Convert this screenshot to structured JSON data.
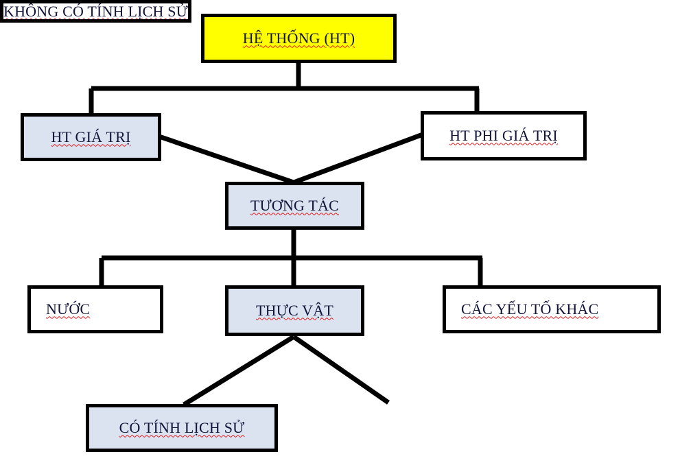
{
  "diagram": {
    "title": "HỆ THỐNG (HT) hierarchy diagram",
    "colors": {
      "root_fill": "#ffff00",
      "highlight_fill": "#dbe3f1",
      "plain_fill": "#ffffff",
      "border": "#000000",
      "text": "#12143a",
      "spellcheck_underline": "#e01b1b",
      "background": "#ffffff"
    },
    "nodes": {
      "he_thong": {
        "label": "HỆ THỐNG (HT)",
        "fill": "yellow"
      },
      "ht_gia_tri": {
        "label": "HT GIÁ TRỊ",
        "fill": "blue"
      },
      "ht_phi_gia_tri": {
        "label": "HT PHI GIÁ TRỊ",
        "fill": "white"
      },
      "tuong_tac": {
        "label": "TƯƠNG TÁC",
        "fill": "blue"
      },
      "nuoc": {
        "label": "NƯỚC",
        "fill": "white"
      },
      "thuc_vat": {
        "label": "THỰC VẬT",
        "fill": "blue"
      },
      "cac_yeu_to_khac": {
        "label": "CÁC YẾU TỐ KHÁC",
        "fill": "white"
      },
      "co_tinh_lich_su": {
        "label": "CÓ TÍNH LỊCH SỬ",
        "fill": "blue"
      },
      "khong_co_tinh_lich_su": {
        "label": "KHÔNG CÓ TÍNH LỊCH SỬ",
        "fill": "white"
      }
    },
    "edges": [
      {
        "from": "he_thong",
        "to": "ht_gia_tri",
        "style": "orthogonal"
      },
      {
        "from": "he_thong",
        "to": "ht_phi_gia_tri",
        "style": "orthogonal"
      },
      {
        "from": "ht_gia_tri",
        "to": "tuong_tac",
        "style": "diagonal"
      },
      {
        "from": "ht_phi_gia_tri",
        "to": "tuong_tac",
        "style": "diagonal"
      },
      {
        "from": "tuong_tac",
        "to": "nuoc",
        "style": "orthogonal"
      },
      {
        "from": "tuong_tac",
        "to": "thuc_vat",
        "style": "orthogonal"
      },
      {
        "from": "tuong_tac",
        "to": "cac_yeu_to_khac",
        "style": "orthogonal"
      },
      {
        "from": "thuc_vat",
        "to": "co_tinh_lich_su",
        "style": "diagonal"
      },
      {
        "from": "thuc_vat",
        "to": "khong_co_tinh_lich_su",
        "style": "diagonal"
      }
    ]
  }
}
